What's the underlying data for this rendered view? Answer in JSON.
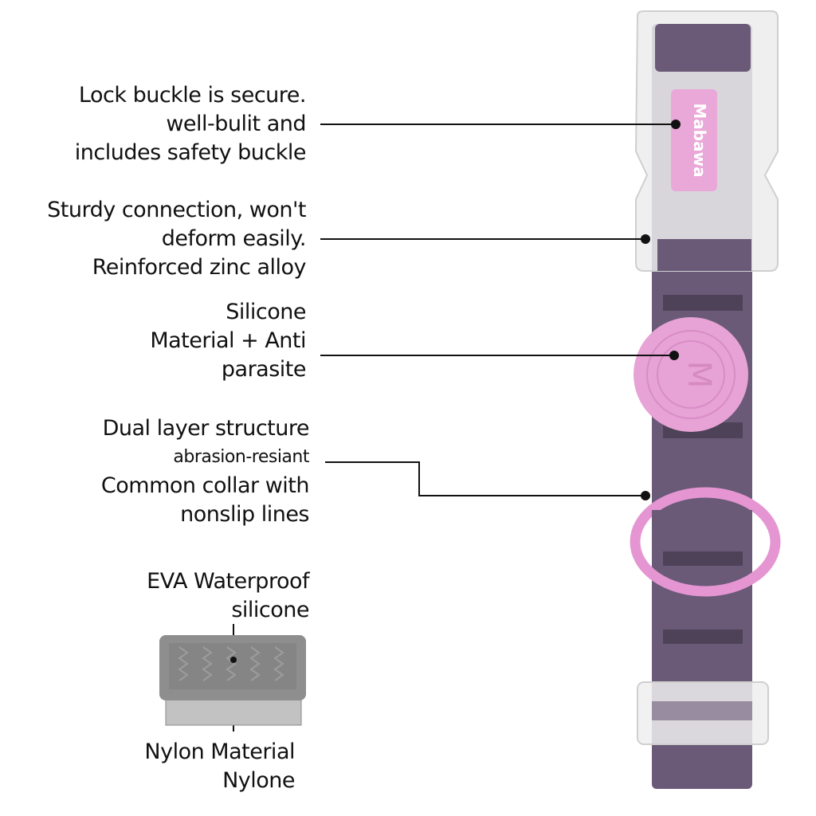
{
  "callouts": [
    {
      "lines": [
        "Lock buckle is secure.",
        "well-bulit and",
        "includes safety buckle"
      ]
    },
    {
      "lines": [
        "Sturdy connection, won't",
        "deform easily.",
        "Reinforced zinc alloy"
      ]
    },
    {
      "lines": [
        "Silicone",
        "Material + Anti",
        "parasite"
      ]
    },
    {
      "lines": [
        "Dual layer structure",
        "abrasion-resiant",
        "Common collar with",
        "nonslip lines"
      ]
    }
  ],
  "material": {
    "top_label": [
      "EVA Waterproof",
      "silicone"
    ],
    "bottom_label": [
      "Nylon Material",
      "Nylone"
    ]
  },
  "brand": {
    "name": "Mabawa",
    "medallion_letter": "M"
  },
  "colors": {
    "strap": "#6a5a78",
    "pink": "#e8a6d8",
    "buckle": "#eeeeee"
  }
}
